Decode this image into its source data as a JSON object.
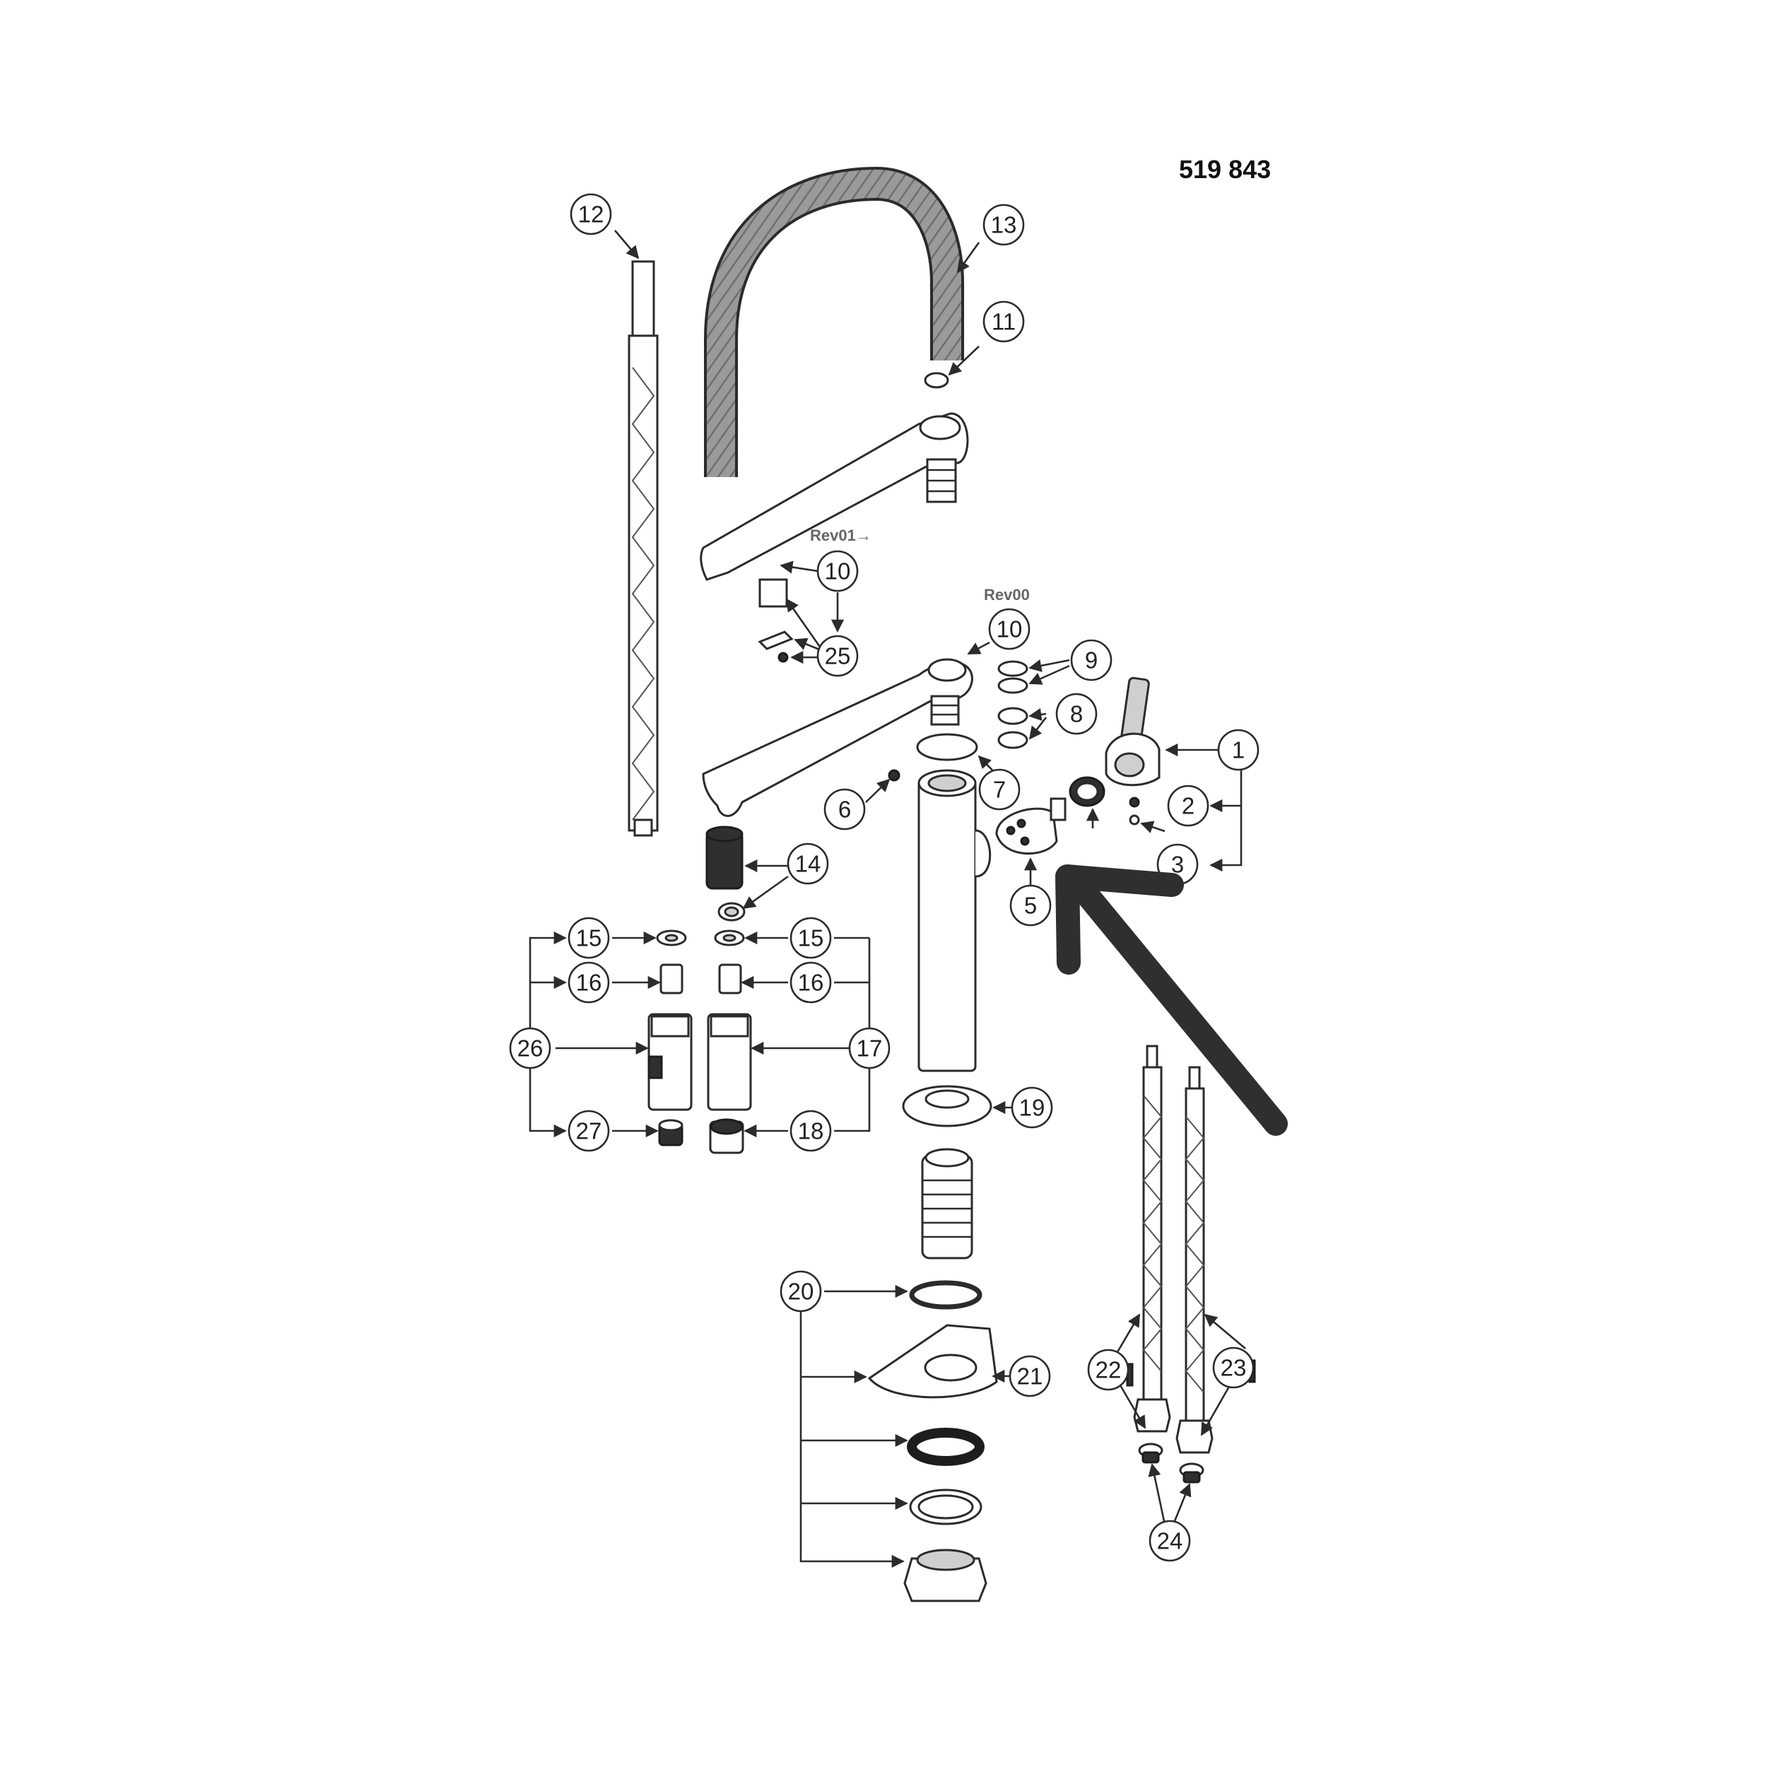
{
  "drawing_number": "519 843",
  "revision_labels": {
    "rev01": "Rev01→",
    "rev00": "Rev00"
  },
  "callouts": [
    "1",
    "2",
    "3",
    "5",
    "6",
    "7",
    "8",
    "9",
    "10",
    "10",
    "11",
    "12",
    "13",
    "14",
    "15",
    "15",
    "16",
    "16",
    "17",
    "18",
    "19",
    "20",
    "21",
    "22",
    "23",
    "24",
    "25",
    "26",
    "27"
  ],
  "colors": {
    "line": "#2b2b2b",
    "spout_tube": "#8c8c8c",
    "highlight_arrow": "#2f2f2f",
    "background": "#ffffff"
  },
  "highlight_arrow": {
    "icon": "arrow-up-left-icon",
    "points_to_callout": "5"
  }
}
